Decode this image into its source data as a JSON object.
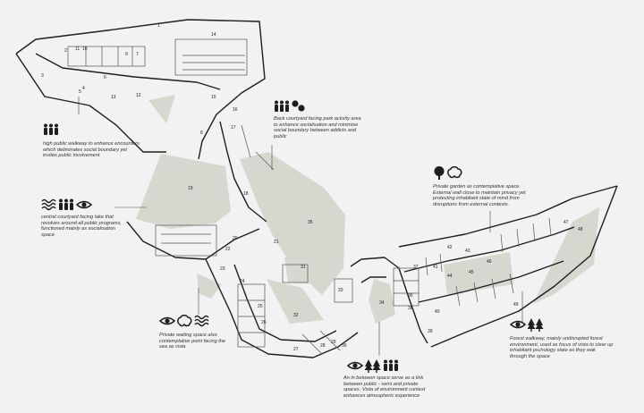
{
  "annotations": {
    "walkway": "high public walkway to enhance encounters which deliminates social boundary yet invites public involvement",
    "back_courtyard": "Back courtyard facing park activity area to enhance socialisation and minimise social boundary between addicts and public",
    "central_courtyard": "central courtyard facing lake that revolves around all public programs, functioned mainly as socialisation space",
    "private_garden": "Private garden as contemplative space. External wall close to maintain privacy yet protecting inhabitant state of mind from disruptions from external contexts.",
    "waiting_space": "Private waiting space also contemplative point facing the sea as vista",
    "in_between": "An in between space serve as a link between public - semi and private spaces. Vista of environment context enhances atmospheric experience",
    "forest_walkway": "Forest walkway, mainly undisrupted forest environment, used as focus of vista to clear up inhabitant pschology state as they wak through the space"
  },
  "icons": {
    "walkway": [
      "people-icon"
    ],
    "back_courtyard": [
      "people-icon",
      "conversation-icon"
    ],
    "central_courtyard": [
      "water-icon",
      "people-icon",
      "eye-icon"
    ],
    "private_garden": [
      "tree-icon",
      "brain-icon"
    ],
    "waiting_space": [
      "eye-icon",
      "brain-icon",
      "water-icon"
    ],
    "in_between": [
      "eye-icon",
      "forest-icon",
      "people-icon"
    ],
    "forest_walkway": [
      "eye-icon",
      "forest-icon"
    ]
  },
  "room_numbers": [
    "1",
    "2",
    "3",
    "4",
    "5",
    "6",
    "7",
    "8",
    "9",
    "10",
    "11",
    "12",
    "13",
    "14",
    "15",
    "16",
    "17",
    "18",
    "19",
    "20",
    "21",
    "22",
    "23",
    "24",
    "25",
    "26",
    "27",
    "28",
    "29",
    "30",
    "31",
    "32",
    "33",
    "34",
    "35",
    "36",
    "37",
    "38",
    "39",
    "40",
    "41",
    "42",
    "43",
    "44",
    "45",
    "46",
    "47",
    "48",
    "49"
  ],
  "colors": {
    "background": "#f2f2f2",
    "courtyard": "#d6d8d0",
    "wall": "#1e1e1e",
    "line": "#555555"
  }
}
